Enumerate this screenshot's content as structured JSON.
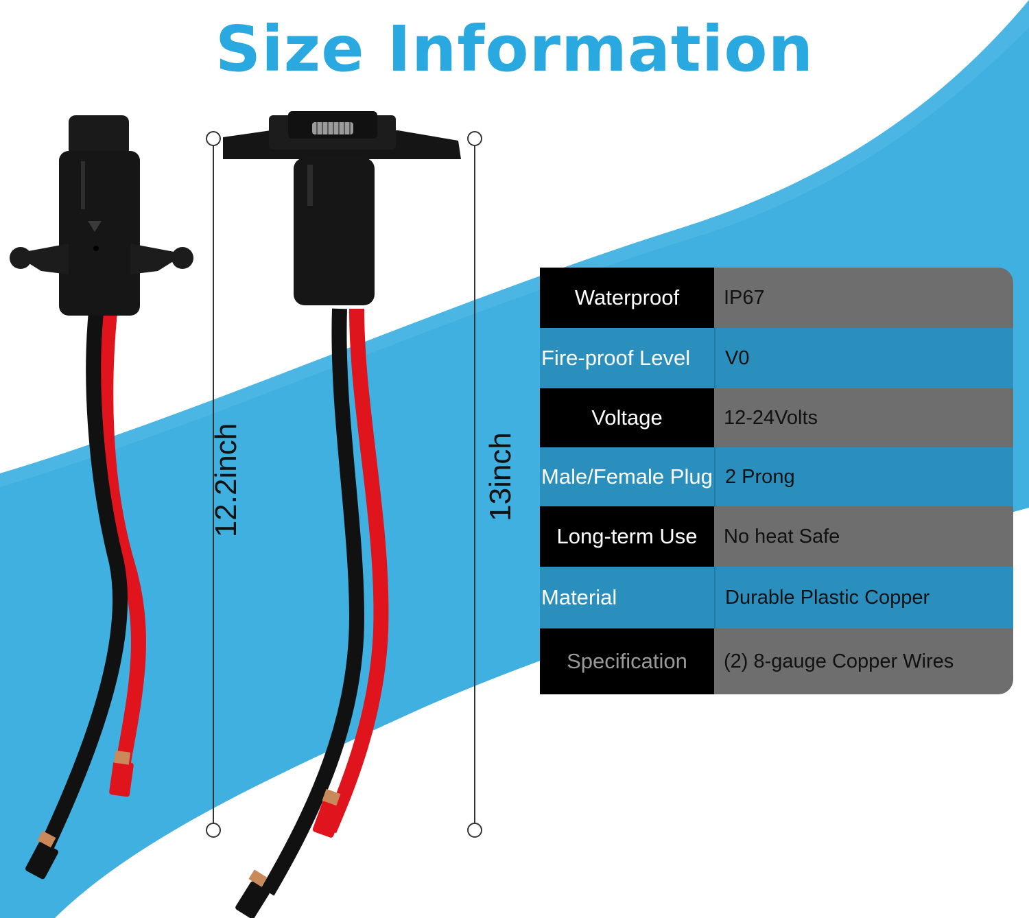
{
  "title": "Size Information",
  "dimensions": {
    "left_length": "12.2inch",
    "right_length": "13inch"
  },
  "specs": [
    {
      "label": "Waterproof",
      "value": "IP67"
    },
    {
      "label": "Fire-proof Level",
      "value": "V0"
    },
    {
      "label": "Voltage",
      "value": "12-24Volts"
    },
    {
      "label": "Male/Female Plug",
      "value": "2 Prong"
    },
    {
      "label": "Long-term Use",
      "value": "No heat Safe"
    },
    {
      "label": "Material",
      "value": "Durable Plastic Copper"
    },
    {
      "label": "Specification",
      "value": "(2) 8-gauge Copper Wires"
    }
  ],
  "colors": {
    "accent_blue": "#29a9df",
    "band_blue": "#3fb0e0",
    "wire_red": "#e0141c",
    "wire_black": "#111111"
  }
}
